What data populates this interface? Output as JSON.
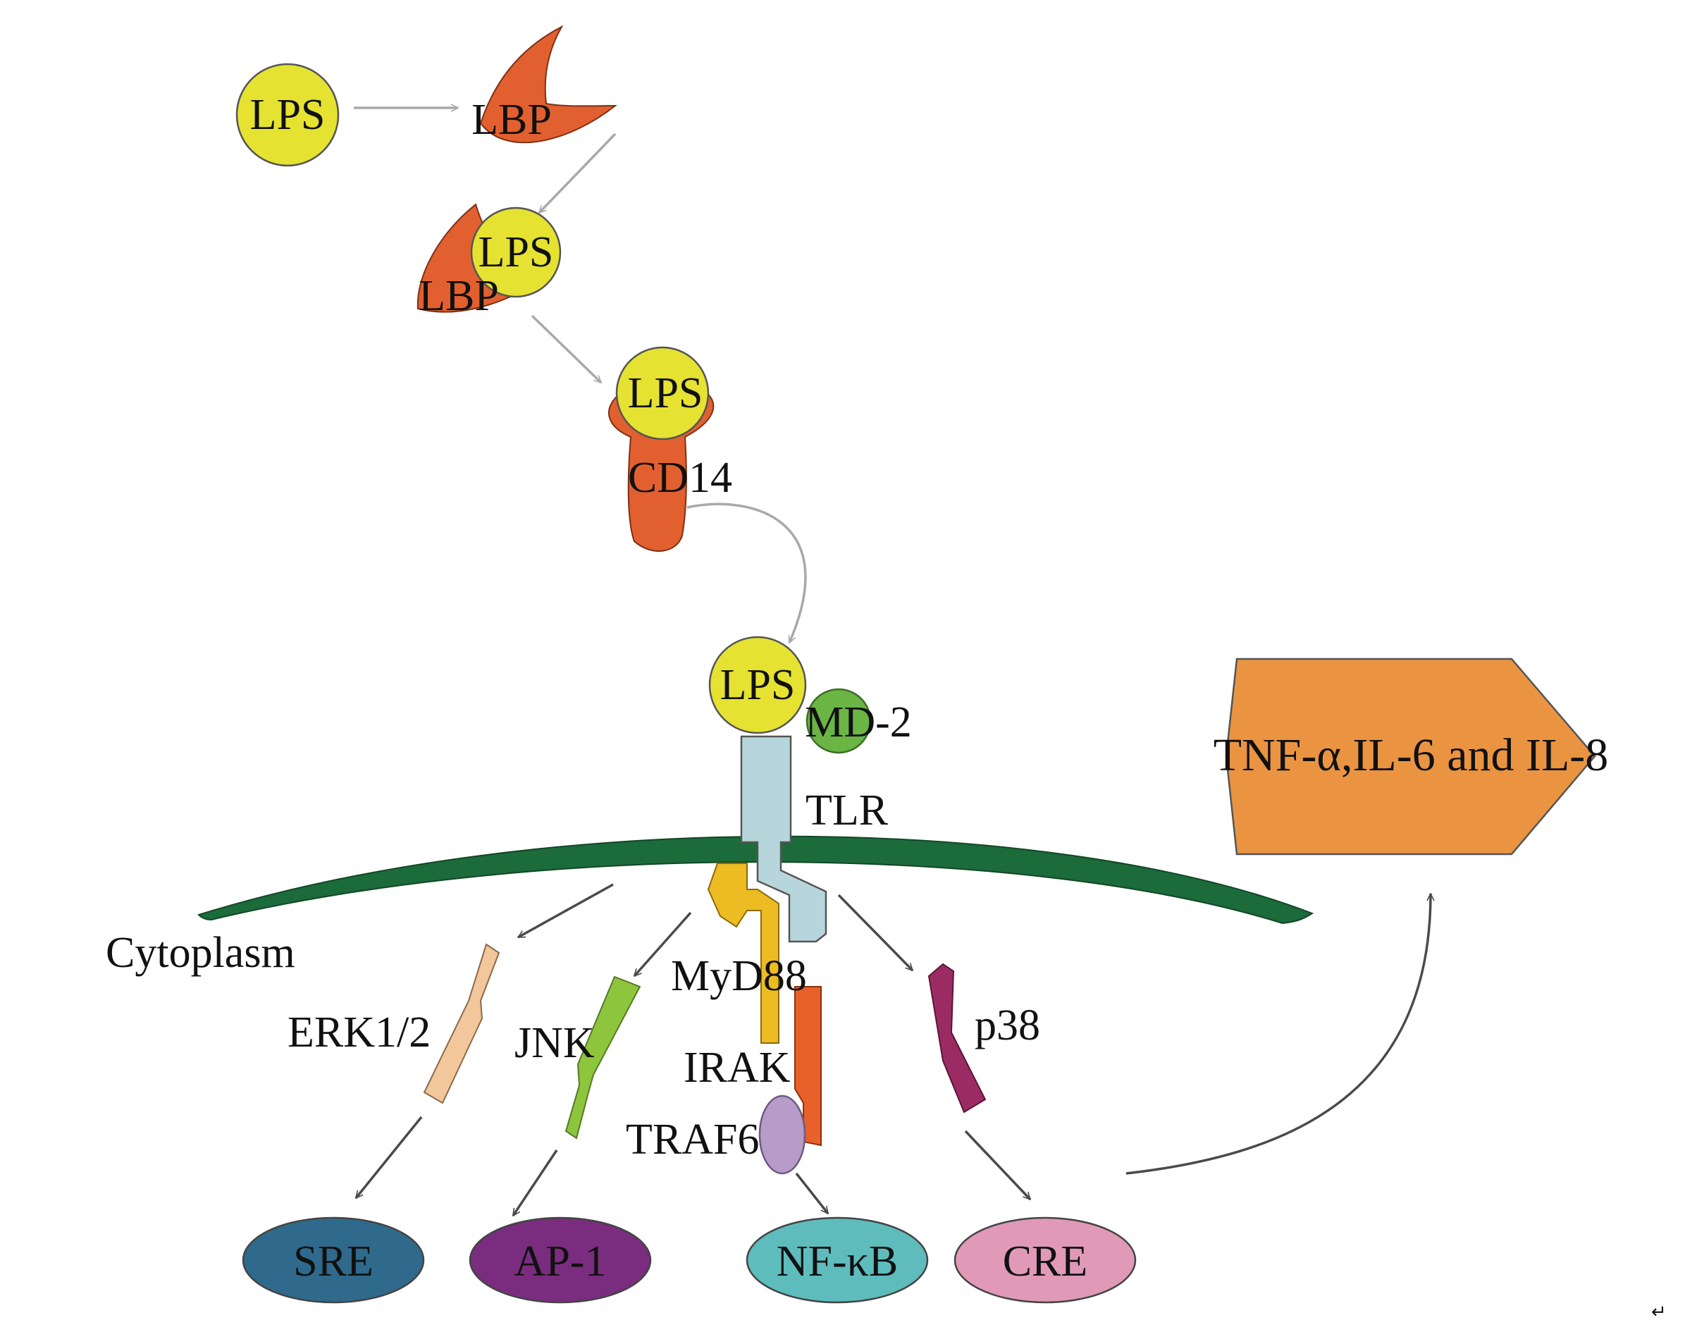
{
  "labels": {
    "lps_free": "LPS",
    "lbp_free": "LBP",
    "lps_complex": "LPS",
    "lbp_complex": "LBP",
    "lps_cd14": "LPS",
    "cd14": "CD14",
    "lps_receptor": "LPS",
    "md2": "MD-2",
    "tlr": "TLR",
    "cytoplasm": "Cytoplasm",
    "erk": "ERK1/2",
    "jnk": "JNK",
    "myd88": "MyD88",
    "irak": "IRAK",
    "traf6": "TRAF6",
    "p38": "p38",
    "sre": "SRE",
    "ap1": "AP-1",
    "nfkb": "NF-κB",
    "cre": "CRE",
    "cytokines": "TNF-α,IL-6 and IL-8",
    "return_mark": "↵"
  },
  "colors": {
    "lps_yellow": "#e5e232",
    "lbp_orange": "#e2602f",
    "md2_green": "#6bb544",
    "tlr_blue": "#b7d6dc",
    "membrane_green": "#1c6b3a",
    "myd88_gold": "#ecbc22",
    "irak_orange": "#e8612a",
    "traf6_lilac": "#b79cc9",
    "erk_peach": "#f2c79b",
    "jnk_green": "#8dc53c",
    "p38_plum": "#9b2c63",
    "sre_blue": "#2f6a8c",
    "ap1_purple": "#7a2d7e",
    "nfkb_teal": "#5ebcbd",
    "cre_pink": "#e09ab8",
    "cytokine_orange": "#ea9442"
  }
}
